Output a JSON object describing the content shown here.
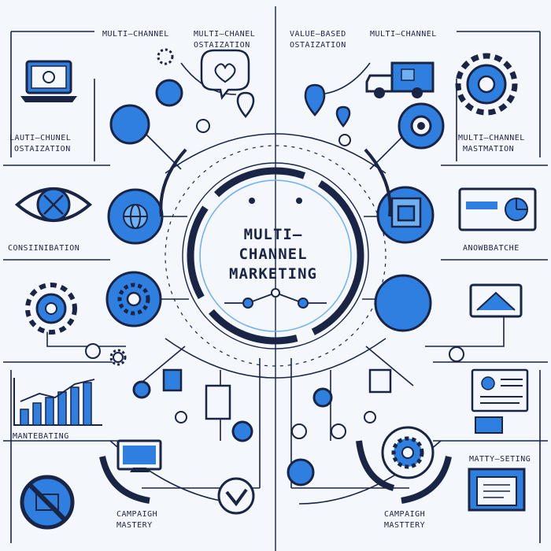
{
  "center_title": {
    "line1": "MULTI–",
    "line2": "CHANNEL",
    "line3": "MARKETING"
  },
  "labels": {
    "top_left_a": "MULTI–CHANNEL",
    "top_left_b": "MULTI–CHANEL",
    "top_left_b_sub": "OSTAIZATION",
    "top_right_a": "VALUE–BASED",
    "top_right_a_sub": "OSTAIZATION",
    "top_right_b": "MULTI–CHANNEL",
    "left_upper": "LAUTI–CHUNEL",
    "left_upper_sub": "OSTAIZATION",
    "right_upper": "MULTI–CHANNEL",
    "right_upper_sub": "MASTMATION",
    "left_mid": "CONSIINIBATION",
    "right_mid": "ANOWBBATCHE",
    "left_lower": "MANTEBATING",
    "right_lower": "MATTY–SETING",
    "bottom_left": "CAMPAIGH",
    "bottom_left_sub": "MASTERY",
    "bottom_right": "CAMPAIGH",
    "bottom_right_sub": "MASTTERY"
  },
  "colors": {
    "navy": "#1a2445",
    "blue": "#2f7fe0",
    "light_blue": "#6fb0f2",
    "background": "#f4f7fb"
  },
  "icons": [
    "laptop-icon",
    "eye-icon",
    "gear-icon",
    "bar-chart-icon",
    "no-symbol-icon",
    "truck-icon",
    "target-gear-icon",
    "monitor-chart-icon",
    "tablet-icon",
    "document-icon",
    "globe-icon",
    "heart-bubble-icon",
    "location-pin-icon",
    "robot-icon",
    "shield-check-icon"
  ]
}
